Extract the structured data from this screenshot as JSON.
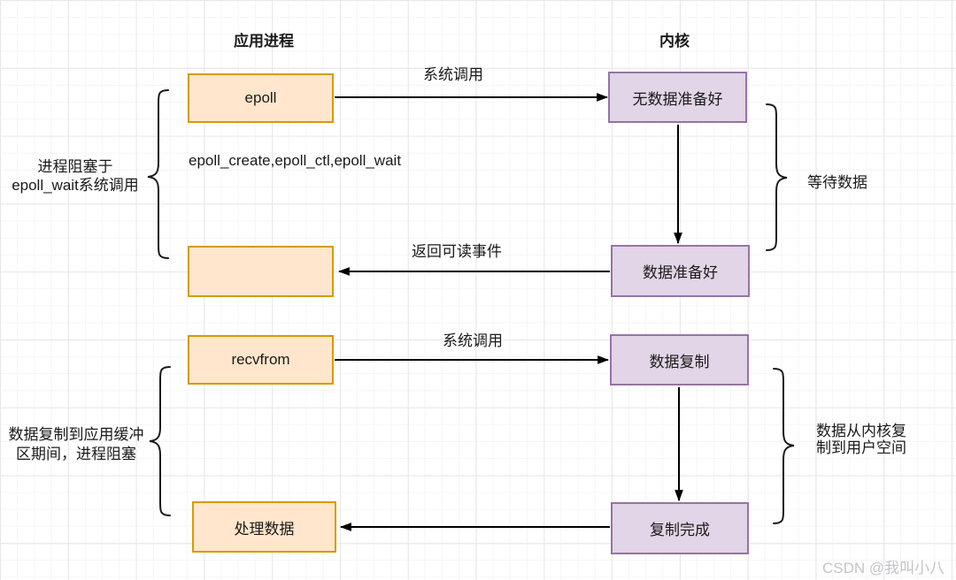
{
  "process_column": {
    "header": "应用进程",
    "boxes": [
      "epoll",
      "",
      "recvfrom",
      "处理数据"
    ]
  },
  "kernel_column": {
    "header": "内核",
    "boxes": [
      "无数据准备好",
      "数据准备好",
      "数据复制",
      "复制完成"
    ]
  },
  "arrow_labels": {
    "syscall_top": "系统调用",
    "return_readable": "返回可读事件",
    "syscall_bottom": "系统调用"
  },
  "annotations": {
    "epoll_api": "epoll_create,epoll_ctl,epoll_wait",
    "left_top": [
      "进程阻塞于",
      "epoll_wait系统调用"
    ],
    "left_bottom": [
      "数据复制到应用缓冲",
      "区期间，进程阻塞"
    ],
    "right_top": "等待数据",
    "right_bottom": [
      "数据从内核复",
      "制到用户空间"
    ]
  },
  "watermark": "CSDN @我叫小八",
  "colors": {
    "process_fill": "#FFE6CC",
    "process_border": "#D79B00",
    "kernel_fill": "#E1D5E7",
    "kernel_border": "#9673A6",
    "connector": "#000000",
    "text": "#1A1A1A",
    "watermark": "#C5C5C8"
  }
}
